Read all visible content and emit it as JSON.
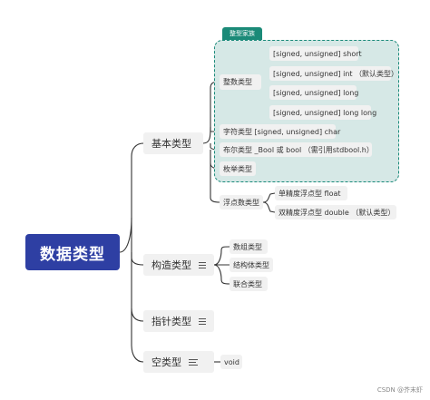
{
  "root": {
    "label": "数据类型"
  },
  "group_tag": "整型家族",
  "level1": {
    "basic": "基本类型",
    "constructed": "构造类型",
    "pointer": "指针类型",
    "void": "空类型"
  },
  "basic_children": {
    "integer": "整数类型",
    "char": "字符类型 [signed, unsigned] char",
    "bool": "布尔类型 _Bool 或 bool （需引用stdbool.h）",
    "enum": "枚举类型",
    "float": "浮点数类型"
  },
  "integer_children": [
    "[signed, unsigned] short",
    "[signed, unsigned] int （默认类型）",
    "[signed, unsigned] long",
    "[signed, unsigned] long long"
  ],
  "float_children": [
    "单精度浮点型 float",
    "双精度浮点型 double （默认类型）"
  ],
  "constructed_children": [
    "数组类型",
    "结构体类型",
    "联合类型"
  ],
  "void_children": [
    "void"
  ],
  "watermark": "CSDN @芥末虾",
  "colors": {
    "root": "#2e3fa3",
    "group_fill": "#d6e8e6",
    "group_border": "#1a8a7a",
    "node_fill": "#f1f1f1",
    "edge": "#333333"
  }
}
